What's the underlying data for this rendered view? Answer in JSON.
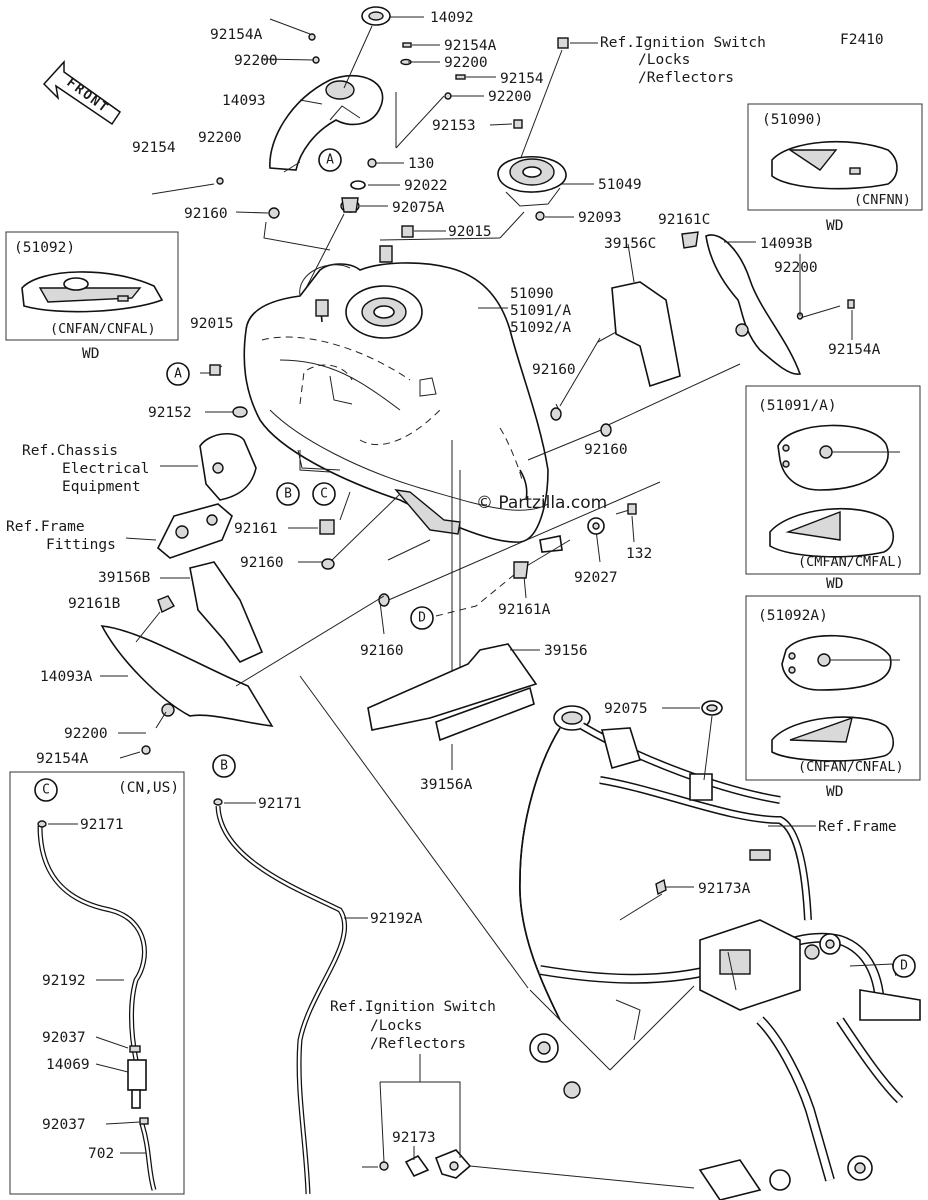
{
  "figure_code": "F2410",
  "front_label": "FRONT",
  "watermark": "© Partzilla.com",
  "part_labels": {
    "p14092": "14092",
    "p92154A_top": "92154A",
    "p92154A_mid": "92154A",
    "p92200_a": "92200",
    "p92200_b": "92200",
    "p92154_top": "92154",
    "p14093": "14093",
    "p92200_c": "92200",
    "p92153": "92153",
    "p92154_left": "92154",
    "p92200_left": "92200",
    "p130": "130",
    "p92022": "92022",
    "p92160_top": "92160",
    "p92075A": "92075A",
    "p51049": "51049",
    "p92093": "92093",
    "p92015_top": "92015",
    "p92161C": "92161C",
    "p14093B": "14093B",
    "p39156C": "39156C",
    "p92200_right": "92200",
    "p51090": "51090",
    "p51091A": "51091/A",
    "p51092A": "51092/A",
    "p92015_left": "92015",
    "p92154A_right": "92154A",
    "p92160_mid": "92160",
    "p92152": "92152",
    "p92160_right": "92160",
    "p92161": "92161",
    "p92160_left": "92160",
    "p132": "132",
    "p92027": "92027",
    "p39156B": "39156B",
    "p92161A": "92161A",
    "p92161B": "92161B",
    "p92160_bot": "92160",
    "p39156": "39156",
    "p14093A": "14093A",
    "p92200_low": "92200",
    "p92154A_low": "92154A",
    "p39156A": "39156A",
    "p92075": "92075",
    "p92171_b": "92171",
    "p92171_c": "92171",
    "p92192A": "92192A",
    "p92173A": "92173A",
    "p92192": "92192",
    "p92037_a": "92037",
    "p14069": "14069",
    "p92037_b": "92037",
    "p702": "702",
    "p92173": "92173"
  },
  "references": {
    "ignition_top": [
      "Ref.Ignition Switch",
      "/Locks",
      "/Reflectors"
    ],
    "chassis_electrical": [
      "Ref.Chassis",
      "Electrical",
      "Equipment"
    ],
    "frame_fittings": [
      "Ref.Frame",
      "Fittings"
    ],
    "frame": "Ref.Frame",
    "ignition_bottom": [
      "Ref.Ignition Switch",
      "/Locks",
      "/Reflectors"
    ]
  },
  "callouts": {
    "A": "A",
    "B": "B",
    "C": "C",
    "D": "D"
  },
  "insets": {
    "i51090": {
      "code": "(51090)",
      "variant": "(CNFNN)",
      "note": "WD"
    },
    "i51092": {
      "code": "(51092)",
      "variant": "(CNFAN/CNFAL)",
      "note": "WD"
    },
    "i51091A": {
      "code": "(51091/A)",
      "variant": "(CMFAN/CMFAL)",
      "note": "WD"
    },
    "i51092A": {
      "code": "(51092A)",
      "variant": "(CNFAN/CNFAL)",
      "note": "WD"
    },
    "hose_box": {
      "region": "(CN,US)"
    }
  }
}
